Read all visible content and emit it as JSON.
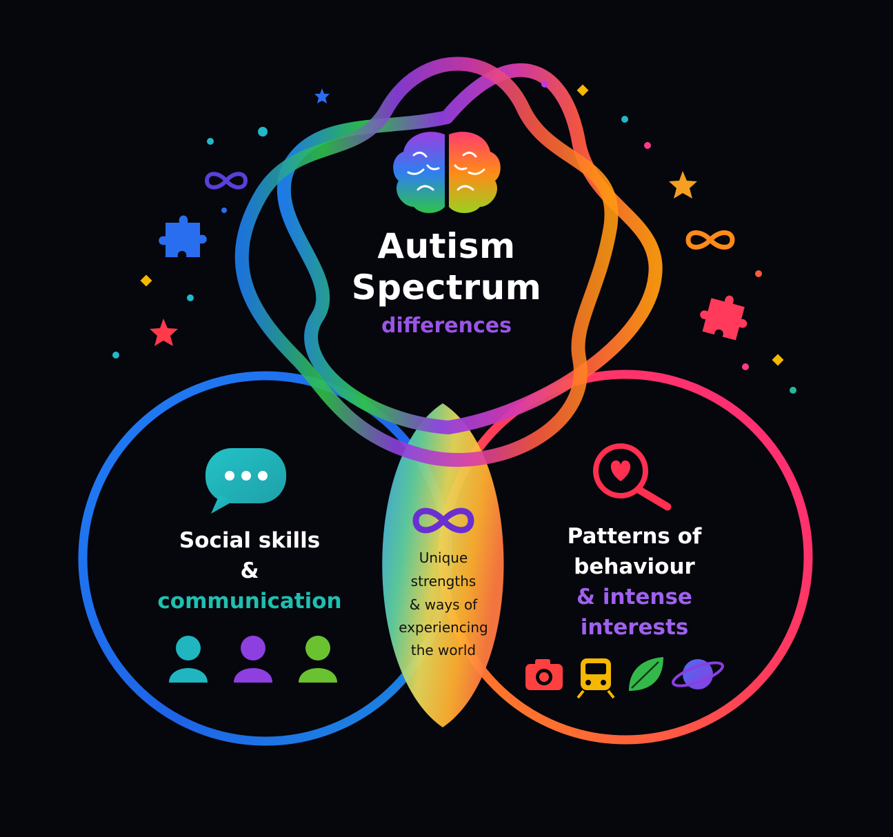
{
  "title": {
    "line1": "Autism",
    "line2": "Spectrum",
    "line3": "differences"
  },
  "left_circle": {
    "line1": "Social skills",
    "line2": "&",
    "line3": "communication",
    "icons": [
      "speech-bubble-icon",
      "person-icon",
      "person-icon",
      "person-icon"
    ]
  },
  "right_circle": {
    "line1": "Patterns of",
    "line2": "behaviour",
    "line3": "& intense",
    "line4": "interests",
    "icons": [
      "magnifier-heart-icon",
      "camera-icon",
      "train-icon",
      "leaf-icon",
      "planet-icon"
    ]
  },
  "center": {
    "line1": "Unique",
    "line2": "strengths",
    "line3": "& ways of",
    "line4": "experiencing",
    "line5": "the world",
    "icon": "infinity-icon"
  },
  "colors": {
    "background": "#06060d",
    "blue": "#1f6ff0",
    "teal": "#1fbfb0",
    "green": "#35c24a",
    "purple": "#8e3fe0",
    "pink": "#ff2d6e",
    "orange": "#ff8a1a",
    "yellow": "#f5b800"
  }
}
